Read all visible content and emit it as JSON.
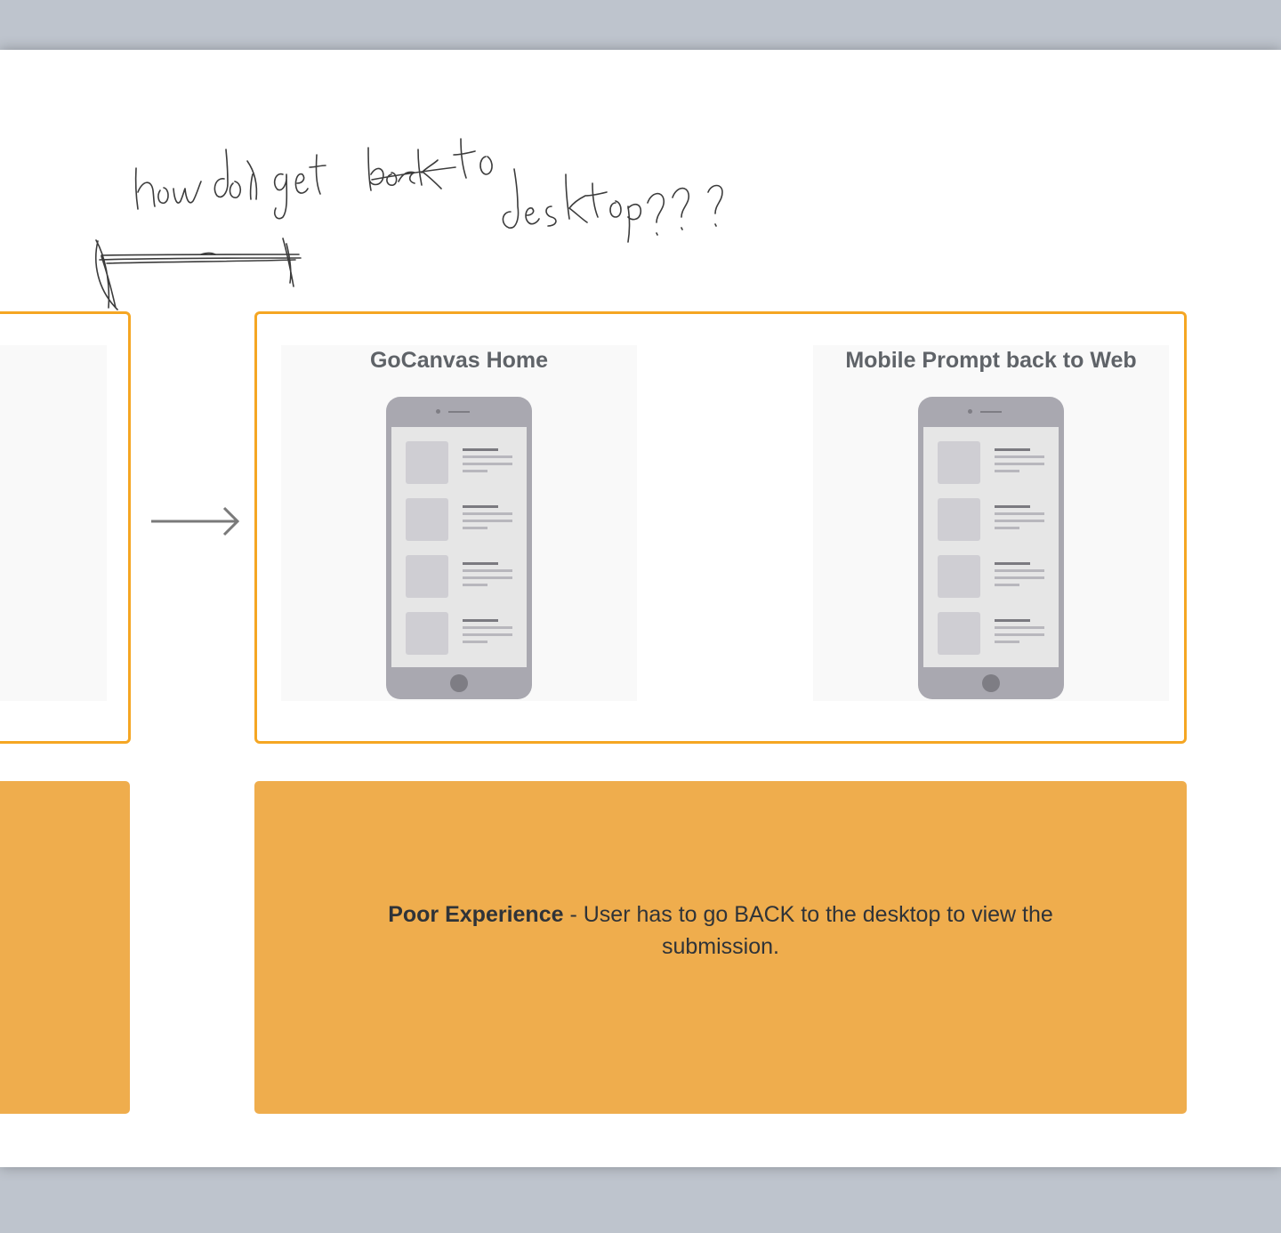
{
  "annotation": {
    "handwritten_note": "how do I get back to desktop???"
  },
  "flow": {
    "screens": [
      {
        "title": "GoCanvas Home"
      },
      {
        "title": "Mobile Prompt back to Web"
      }
    ]
  },
  "note": {
    "bold_label": "Poor Experience",
    "description": " - User has to go BACK to the desktop to view the submission."
  },
  "colors": {
    "frame_border": "#f5a623",
    "note_background": "#efad4d",
    "phone_body": "#a9a8b0",
    "canvas_background": "#bec4cd"
  },
  "icons": [
    "arrow-right-icon",
    "phone-mockup"
  ]
}
